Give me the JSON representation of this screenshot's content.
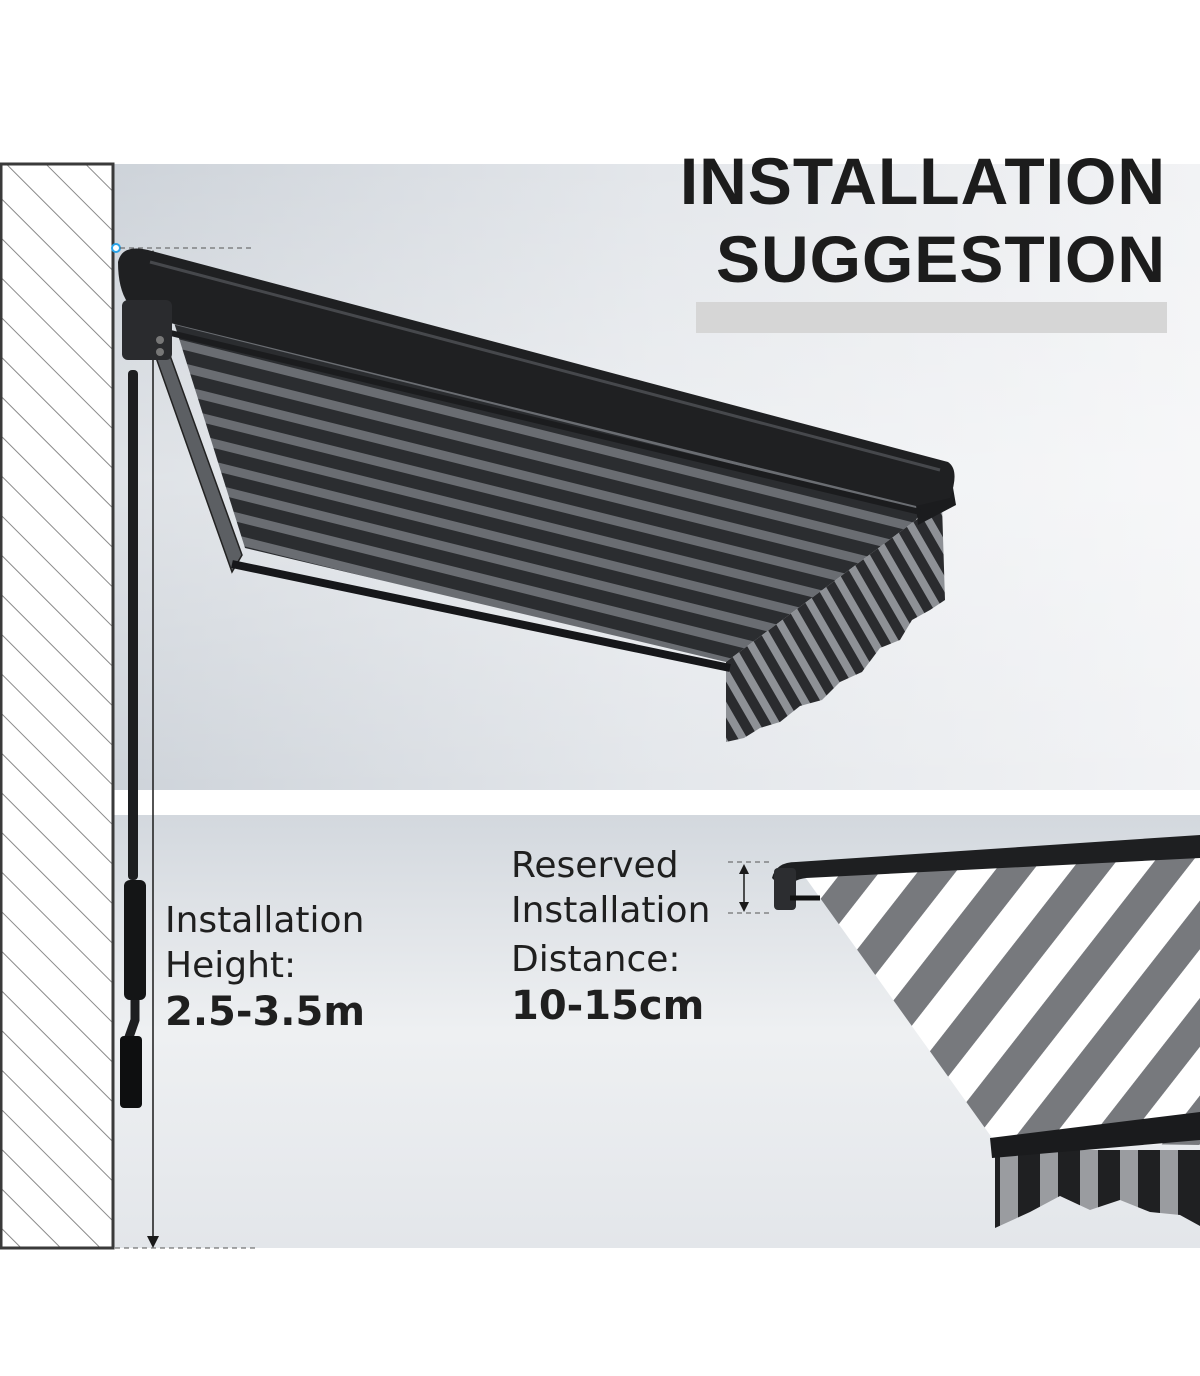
{
  "title": {
    "line1": "INSTALLATION",
    "line2": "SUGGESTION"
  },
  "height_annotation": {
    "label_line1": "Installation",
    "label_line2": "Height:",
    "value": "2.5-3.5m"
  },
  "distance_annotation": {
    "label_line1": "Reserved",
    "label_line2": "Installation",
    "label_line3": "Distance:",
    "value": "10-15cm"
  },
  "colors": {
    "fabric_dark": "#2b2d30",
    "fabric_stripe": "#6a6d72",
    "frame": "#1e1f21",
    "wall_hatch": "#8a8a8a",
    "panel_bg": "#d9dde2",
    "title_bar": "#d6d6d6"
  }
}
